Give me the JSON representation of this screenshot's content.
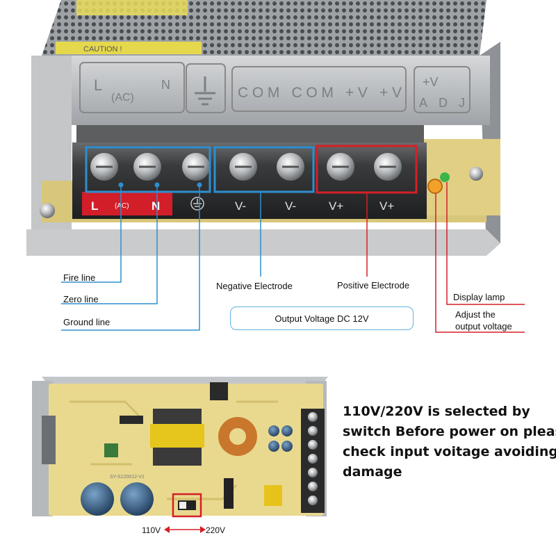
{
  "terminal": {
    "embossed": {
      "ac_left": "L",
      "ac_mid": "(AC)",
      "ac_right": "N",
      "com": "COM COM +V +V",
      "adj_top": "+V",
      "adj_bottom": "ADJ",
      "caution": "CAUTION !"
    },
    "labels": [
      "L",
      "(AC)",
      "N",
      "V-",
      "V-",
      "V+",
      "V+"
    ]
  },
  "callouts": {
    "fire_line": "Fire line",
    "zero_line": "Zero line",
    "ground_line": "Ground line",
    "negative": "Negative Electrode",
    "positive": "Positive Electrode",
    "display_lamp": "Display lamp",
    "adjust_1": "Adjust the",
    "adjust_2": "output voltage"
  },
  "output_voltage": "Output Voltage DC 12V",
  "note_lines": [
    "110V/220V is selected by",
    "switch Before power on please",
    "check input voitage avoiding",
    "damage"
  ],
  "switch": {
    "left": "110V",
    "right": "220V"
  },
  "pcb_model": "SY-S120012-V1",
  "colors": {
    "blue_line": "#2d8fd0",
    "red_line": "#d61f26",
    "red_plate": "#d21e28",
    "pcb": "#e9d98e",
    "metal": "#b9bcc0"
  }
}
